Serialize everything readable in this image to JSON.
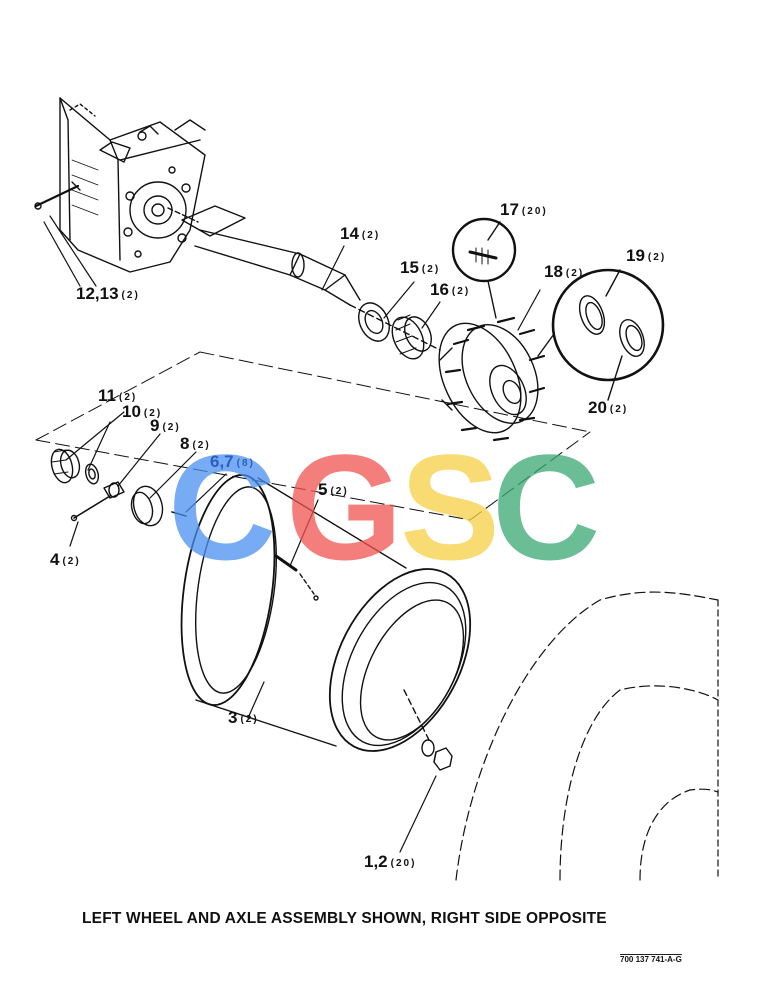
{
  "callouts": [
    {
      "id": "12_13",
      "label": "12,13",
      "qty": "(2)"
    },
    {
      "id": "14",
      "label": "14",
      "qty": "(2)"
    },
    {
      "id": "15",
      "label": "15",
      "qty": "(2)"
    },
    {
      "id": "16",
      "label": "16",
      "qty": "(2)"
    },
    {
      "id": "17",
      "label": "17",
      "qty": "(20)"
    },
    {
      "id": "18",
      "label": "18",
      "qty": "(2)"
    },
    {
      "id": "19",
      "label": "19",
      "qty": "(2)"
    },
    {
      "id": "20",
      "label": "20",
      "qty": "(2)"
    },
    {
      "id": "11",
      "label": "11",
      "qty": "(2)"
    },
    {
      "id": "10",
      "label": "10",
      "qty": "(2)"
    },
    {
      "id": "9",
      "label": "9",
      "qty": "(2)"
    },
    {
      "id": "8",
      "label": "8",
      "qty": "(2)"
    },
    {
      "id": "6_7",
      "label": "6,7",
      "qty": "(8)"
    },
    {
      "id": "5",
      "label": "5",
      "qty": "(2)"
    },
    {
      "id": "4",
      "label": "4",
      "qty": "(2)"
    },
    {
      "id": "3",
      "label": "3",
      "qty": "(2)"
    },
    {
      "id": "1_2",
      "label": "1,2",
      "qty": "(20)"
    }
  ],
  "caption": "LEFT WHEEL AND AXLE ASSEMBLY SHOWN, RIGHT SIDE OPPOSITE",
  "figure_code": "700 137 741-A-G",
  "watermark": {
    "letters": [
      "C",
      "G",
      "S",
      "C"
    ],
    "colors": [
      "#4a8ff0",
      "#ef5350",
      "#f6cf45",
      "#3aa873"
    ]
  }
}
